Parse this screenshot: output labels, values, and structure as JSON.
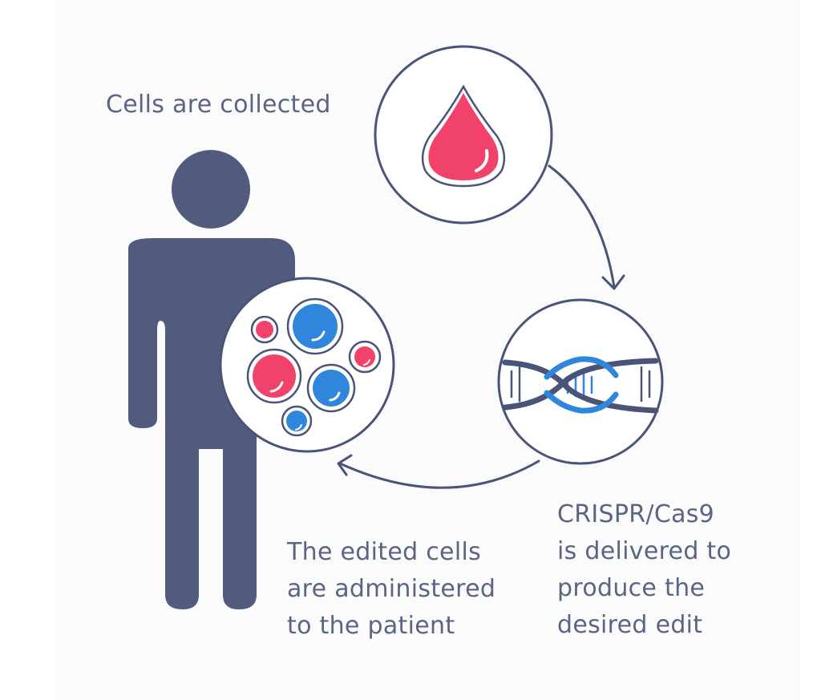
{
  "steps": {
    "collect": {
      "text": "Cells are collected"
    },
    "deliver": {
      "lines": [
        "CRISPR/Cas9",
        "is delivered to",
        "produce the",
        "desired edit"
      ]
    },
    "administer": {
      "lines": [
        "The edited cells",
        "are administered",
        "to the patient"
      ]
    }
  },
  "colors": {
    "outline": "#4a5478",
    "person": "#505b7e",
    "text": "#5a6485",
    "blood_red": "#f0426a",
    "cell_blue": "#2f86dc",
    "panel": "#fbfbfc",
    "circle_fill": "#ffffff"
  },
  "icons": [
    "person-silhouette",
    "blood-drop-icon",
    "dna-helix-icon",
    "cells-icon",
    "curved-arrow-icon"
  ]
}
